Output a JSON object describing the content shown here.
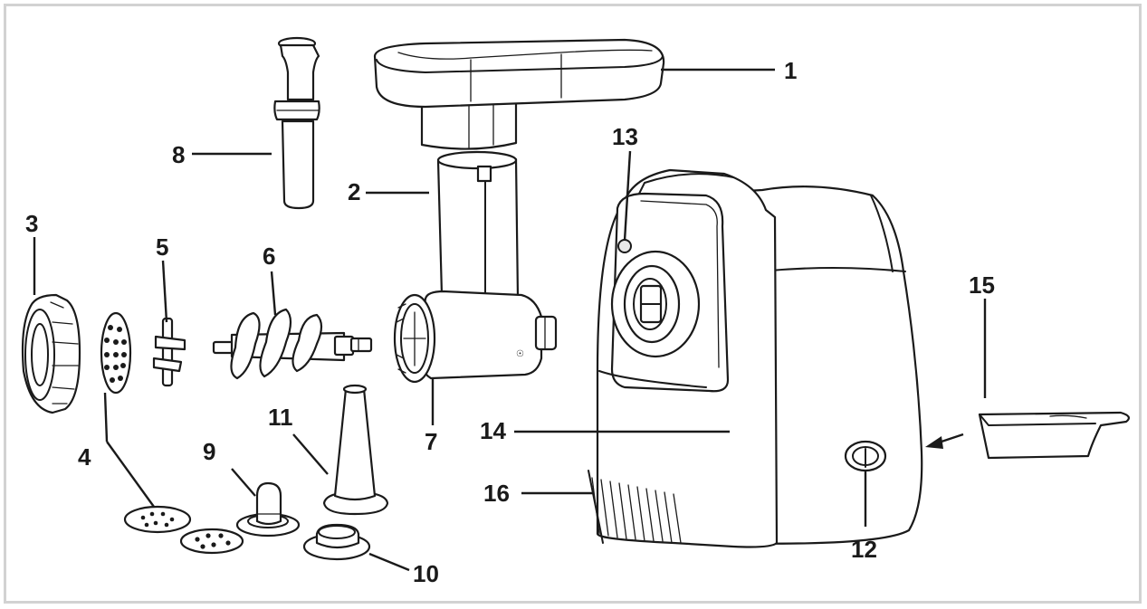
{
  "diagram": {
    "labels": {
      "l1": "1",
      "l2": "2",
      "l3": "3",
      "l4": "4",
      "l5": "5",
      "l6": "6",
      "l7": "7",
      "l8": "8",
      "l9": "9",
      "l10": "10",
      "l11": "11",
      "l12": "12",
      "l13": "13",
      "l14": "14",
      "l15": "15",
      "l16": "16"
    },
    "colors": {
      "line": "#1a1a1a",
      "frame": "#d2d2d2",
      "fill": "#ffffff"
    }
  }
}
